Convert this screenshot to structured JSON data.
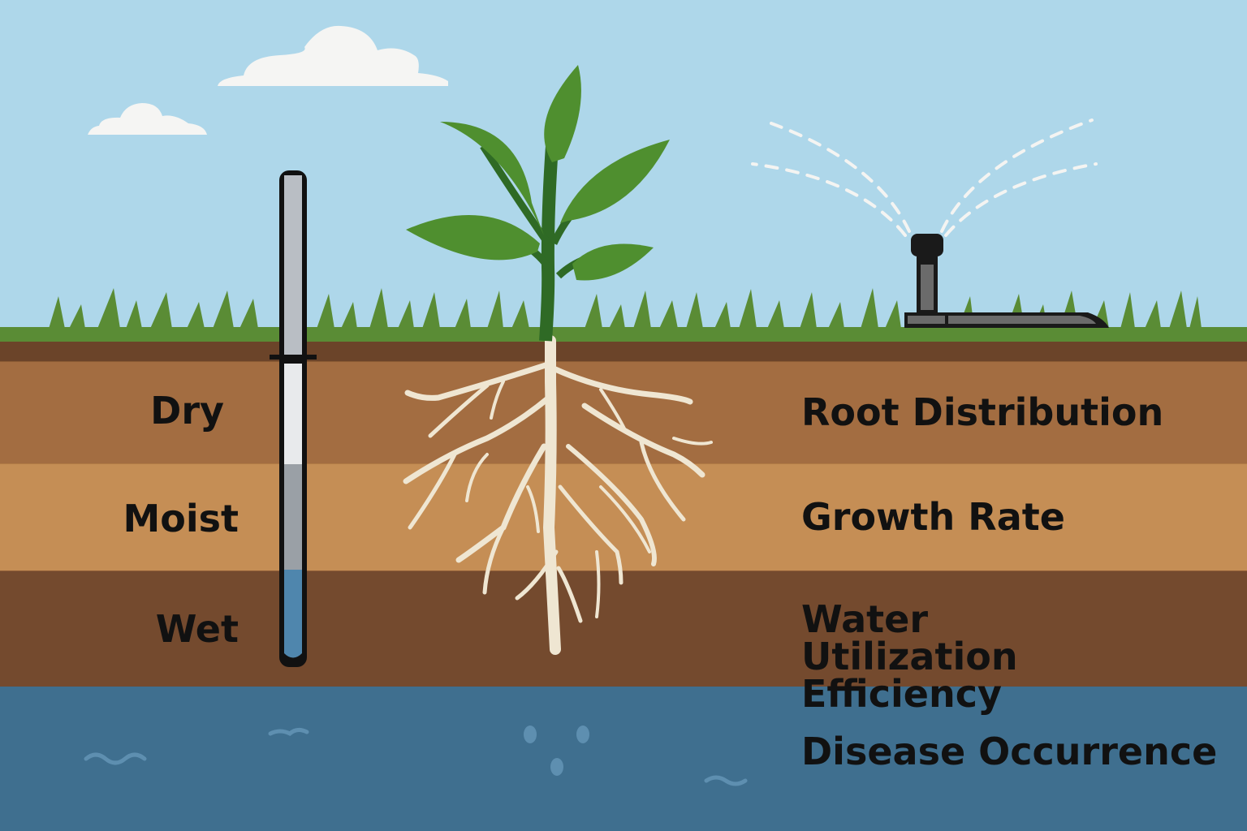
{
  "diagram": {
    "moisture_levels": [
      {
        "label": "Dry"
      },
      {
        "label": "Moist"
      },
      {
        "label": "Wet"
      }
    ],
    "effects": [
      {
        "label": "Root Distribution"
      },
      {
        "label": "Growth Rate"
      },
      {
        "label": "Water Utilization Efficiency"
      },
      {
        "label": "Disease Occurrence"
      }
    ],
    "elements": {
      "probe": "soil-moisture-probe",
      "plant": "plant-with-roots",
      "sprinkler": "irrigation-sprinkler"
    },
    "colors": {
      "sky": "#aed7ea",
      "grass": "#5a8c35",
      "topsoil": "#6b4429",
      "dry_layer": "#a36d41",
      "moist_layer": "#c58e55",
      "wet_layer": "#744a2e",
      "groundwater": "#3f6f8f",
      "root": "#efe6d2",
      "leaf": "#4f8f2f",
      "stem": "#2f6a25",
      "probe_water": "#4f86ad"
    }
  }
}
